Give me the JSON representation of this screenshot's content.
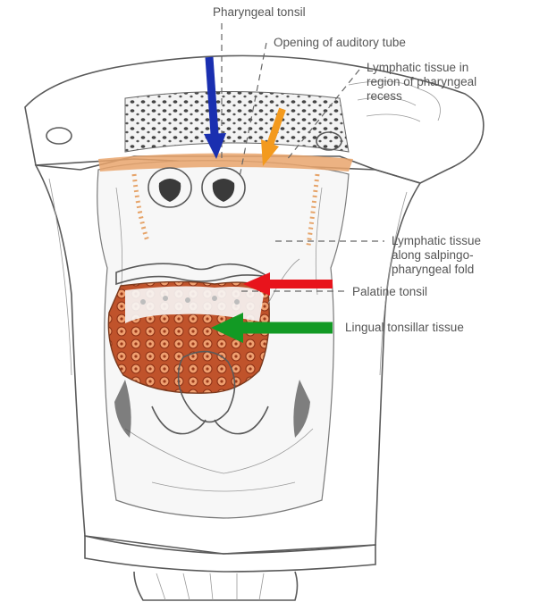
{
  "labels": {
    "pharyngeal_tonsil": "Pharyngeal tonsil",
    "opening_auditory_tube": "Opening of auditory tube",
    "lymphatic_recess_1": "Lymphatic tissue in",
    "lymphatic_recess_2": "region of pharyngeal",
    "lymphatic_recess_3": "recess",
    "lymphatic_fold_1": "Lymphatic tissue",
    "lymphatic_fold_2": "along salpingo-",
    "lymphatic_fold_3": "pharyngeal fold",
    "palatine_tonsil": "Palatine tonsil",
    "lingual_tonsillar": "Lingual tonsillar tissue"
  },
  "arrows": {
    "blue": "#1a2fb0",
    "orange": "#f39a1e",
    "red": "#e8141c",
    "green": "#129a24"
  },
  "colors": {
    "lymphatic_tissue": "#d98a4e",
    "lingual_tissue": "#c0532b",
    "line": "#5a5a5a"
  }
}
